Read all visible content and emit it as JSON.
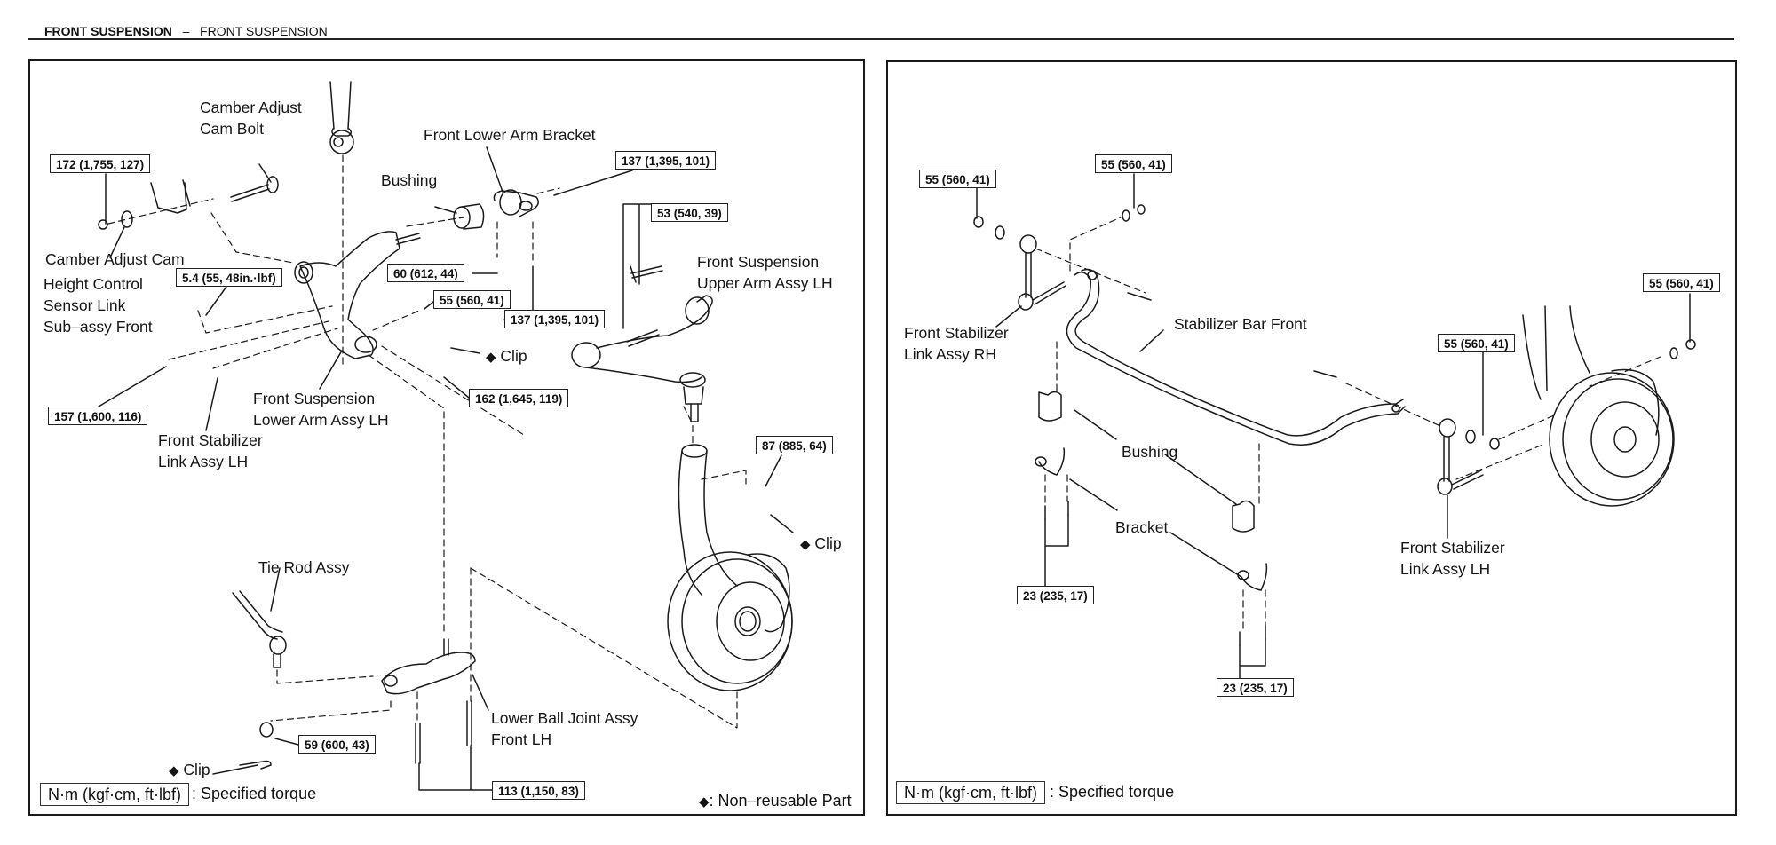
{
  "header": {
    "section": "FRONT SUSPENSION",
    "separator": "–",
    "subsection": "FRONT SUSPENSION"
  },
  "icons": {
    "non_reusable_marker": "◆"
  },
  "left_panel": {
    "labels": {
      "camber_adjust_cam_bolt": "Camber Adjust\nCam Bolt",
      "front_lower_arm_bracket": "Front Lower Arm Bracket",
      "bushing": "Bushing",
      "upper_arm": "Front Suspension\nUpper Arm Assy LH",
      "camber_adjust_cam": "Camber Adjust Cam",
      "height_control_sensor": "Height Control\nSensor Link\nSub–assy Front",
      "clip_1": "Clip",
      "lower_arm": "Front Suspension\nLower Arm Assy LH",
      "stabilizer_link_lh": "Front Stabilizer\nLink Assy LH",
      "clip_2": "Clip",
      "tie_rod": "Tie Rod Assy",
      "lower_ball_joint": "Lower Ball Joint Assy\nFront LH",
      "clip_3": "Clip"
    },
    "torques": {
      "camber_nut": "172 (1,755, 127)",
      "bracket_nut": "137 (1,395, 101)",
      "upper_arm_bolts": "53 (540, 39)",
      "height_sensor_nut": "5.4 (55, 48in.·lbf)",
      "bracket_bolt_front": "60 (612, 44)",
      "lower_arm_nut": "55 (560, 41)",
      "bracket_bolt_rear": "137 (1,395, 101)",
      "ball_joint_castle_nut": "162 (1,645, 119)",
      "lower_arm_bolt": "157 (1,600, 116)",
      "upper_ball_joint_nut": "87 (885, 64)",
      "tie_rod_nut": "59 (600, 43)",
      "ball_joint_bolts": "113 (1,150, 83)"
    },
    "legend": {
      "unit_box": "N·m (kgf·cm, ft·lbf)",
      "unit_text": ": Specified torque",
      "non_reusable": ": Non–reusable Part"
    }
  },
  "right_panel": {
    "labels": {
      "stabilizer_link_rh": "Front Stabilizer\nLink Assy RH",
      "stabilizer_bar": "Stabilizer Bar Front",
      "bushing": "Bushing",
      "bracket": "Bracket",
      "stabilizer_link_lh": "Front Stabilizer\nLink Assy LH"
    },
    "torques": {
      "link_rh_upper_nut": "55 (560, 41)",
      "link_rh_lower_nut": "55 (560, 41)",
      "link_lh_knuckle_nut": "55 (560, 41)",
      "link_lh_bar_nut": "55 (560, 41)",
      "bracket_bolts_rh": "23 (235, 17)",
      "bracket_bolts_lh": "23 (235, 17)"
    },
    "legend": {
      "unit_box": "N·m (kgf·cm, ft·lbf)",
      "unit_text": ": Specified torque"
    }
  }
}
